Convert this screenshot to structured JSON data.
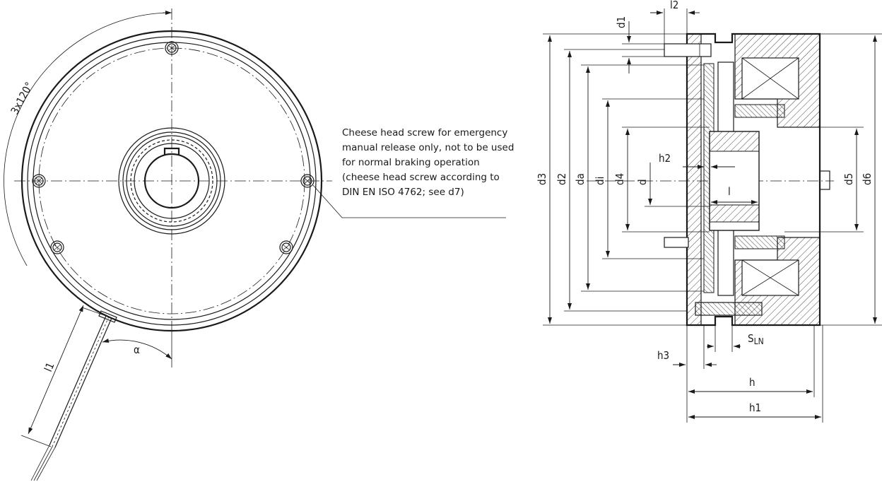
{
  "note_lines": [
    "Cheese head screw for emergency",
    "manual release only, not to be used",
    "for normal braking operation",
    "(cheese head screw according to",
    "DIN EN ISO 4762;  see d7)"
  ],
  "front_view": {
    "angle_label": "3x120°",
    "alpha_label": "α",
    "cable_length_label": "l1"
  },
  "section_view": {
    "dims": {
      "d1": "d1",
      "l2": "l2",
      "d3": "d3",
      "d2": "d2",
      "da": "da",
      "di": "di",
      "d4": "d4",
      "d": "d",
      "h2": "h2",
      "l": "l",
      "d5": "d5",
      "d6": "d6",
      "sln_main": "S",
      "sln_sub": "LN",
      "h3": "h3",
      "h": "h",
      "h1": "h1"
    }
  }
}
